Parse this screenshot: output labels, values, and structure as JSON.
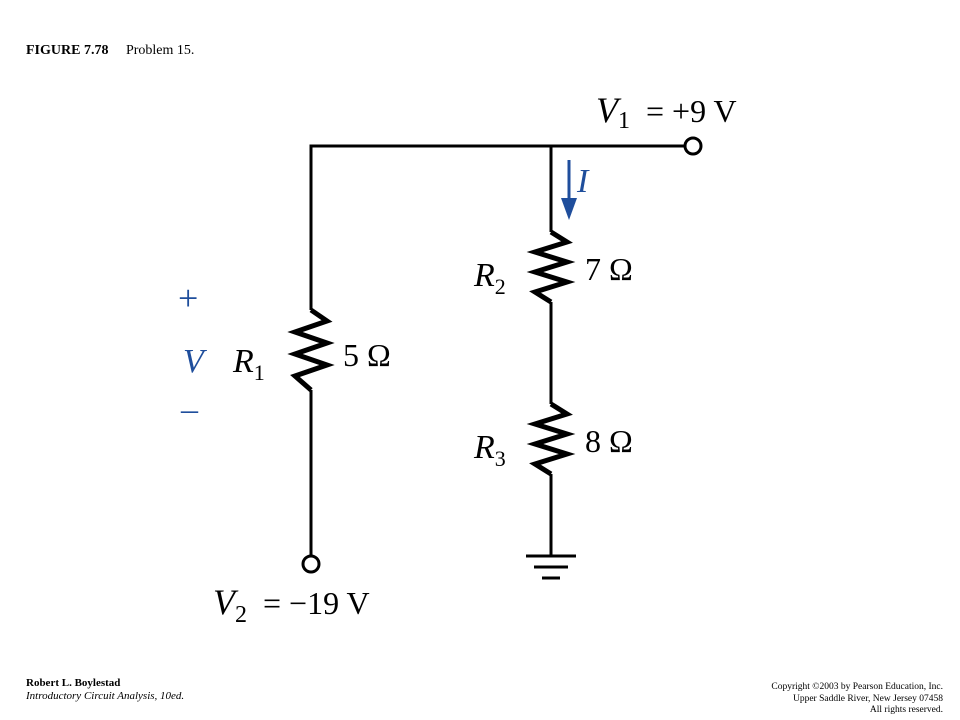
{
  "caption": {
    "figure_number": "FIGURE 7.78",
    "title": "Problem 15."
  },
  "diagram": {
    "v1": {
      "symbol": "V",
      "subscript": "1",
      "value": "= +9 V"
    },
    "v2": {
      "symbol": "V",
      "subscript": "2",
      "value": "= −19 V"
    },
    "current": {
      "symbol": "I"
    },
    "voltage_label": {
      "plus": "+",
      "symbol": "V",
      "minus": "–"
    },
    "r1": {
      "symbol": "R",
      "subscript": "1",
      "value": "5 Ω"
    },
    "r2": {
      "symbol": "R",
      "subscript": "2",
      "value": "7 Ω"
    },
    "r3": {
      "symbol": "R",
      "subscript": "3",
      "value": "8 Ω"
    },
    "colors": {
      "wire": "#000000",
      "current_arrow": "#1f4e9c"
    },
    "icons": [
      "terminal-icon",
      "ground-icon",
      "resistor-icon",
      "current-arrow-icon"
    ]
  },
  "footer": {
    "author": "Robert L. Boylestad",
    "book": "Introductory Circuit Analysis, 10ed.",
    "copyright": "Copyright ©2003 by Pearson Education, Inc.",
    "address": "Upper Saddle River, New Jersey 07458",
    "rights": "All rights reserved."
  }
}
